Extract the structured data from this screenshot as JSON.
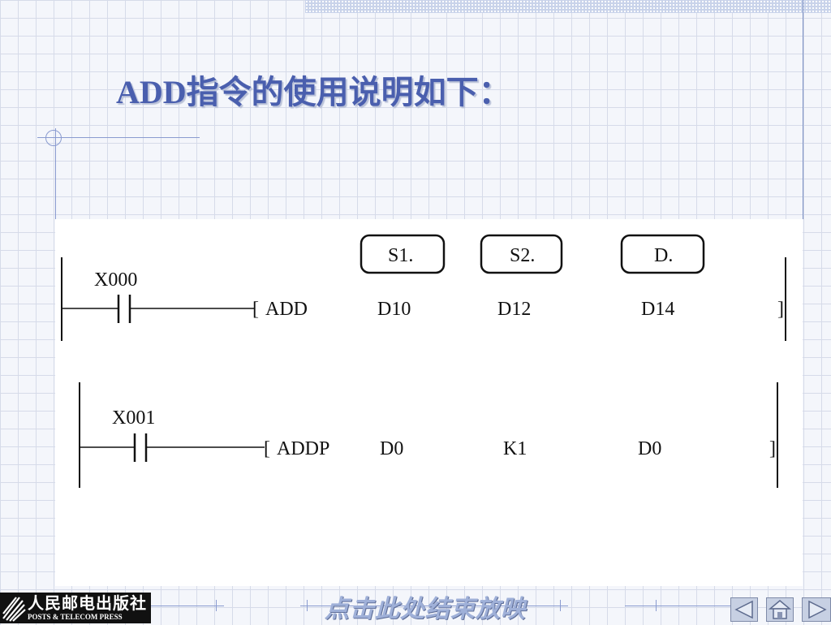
{
  "slide": {
    "title": "ADD指令的使用说明如下："
  },
  "rung1": {
    "contact_label": "X000",
    "instruction": "ADD",
    "operand1": "D10",
    "operand2": "D12",
    "operand3": "D14",
    "open_bracket": "[",
    "close_bracket": "]",
    "operand_tags": [
      "S1.",
      "S2.",
      "D."
    ]
  },
  "rung2": {
    "contact_label": "X001",
    "instruction": "ADDP",
    "operand1": "D0",
    "operand2": "K1",
    "operand3": "D0",
    "open_bracket": "[",
    "close_bracket": "]"
  },
  "footer": {
    "publisher_cn": "人民邮电出版社",
    "publisher_en": "POSTS & TELECOM PRESS",
    "end_show": "点击此处结束放映",
    "prev_icon": "triangle-left-icon",
    "home_icon": "home-icon"
  },
  "colors": {
    "title": "#4a5fae",
    "grid": "#d6dbe9",
    "panel": "#ffffff"
  }
}
